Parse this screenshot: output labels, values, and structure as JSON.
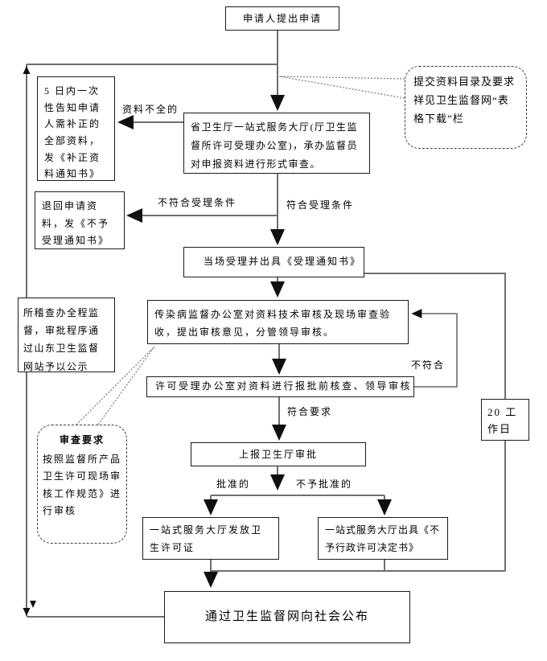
{
  "flowchart": {
    "nodes": {
      "start": "申请人提出申请",
      "supplement_notice": "5 日内一次性告知申请人需补正的全部资料，发《补正资料通知书》",
      "formal_review": "省卫生厅一站式服务大厅(厅卫生监督所许可受理办公室)，承办监督员对申报资料进行形式审查。",
      "reject_return": "退回申请资料，发《不予受理通知书》",
      "accept_notice": "当场受理并出具《受理通知书》",
      "process_supervision": "所稽查办全程监督，审批程序通过山东卫生监督网站予以公示",
      "technical_review": "传染病监督办公室对资料技术审核及现场审查验收，提出审核意见，分管领导审核。",
      "pre_approval_check": "许可受理办公室对资料进行报批前核查、领导审核",
      "submit_approval": "上报卫生厅审批",
      "issue_license": "一站式服务大厅发放卫生许可证",
      "deny_decision": "一站式服务大厅出具《不予行政许可决定书》",
      "publish": "通过卫生监督网向社会公布",
      "working_days": "20 工作日"
    },
    "edge_labels": {
      "incomplete": "资料不全的",
      "not_meet_accept": "不符合受理条件",
      "meet_accept": "符合受理条件",
      "not_conform": "不符合",
      "meet_require": "符合要求",
      "approved": "批准的",
      "not_approved": "不予批准的"
    },
    "callouts": {
      "submit_materials": "提交资料目录及要求祥见卫生监督网“表格下载”栏",
      "review_require_title": "审查要求",
      "review_require_body": "按照监督所产品卫生许可现场审核工作规范》进行审核"
    },
    "colors": {
      "line": "#6f6f6f",
      "thin_line": "#4a4a4a",
      "arrowhead": "#101010",
      "border": "#1b1b1b"
    }
  }
}
